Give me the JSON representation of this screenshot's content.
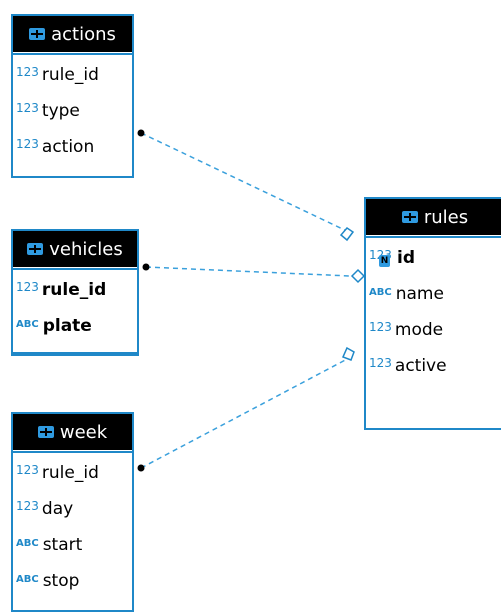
{
  "colors": {
    "accent": "#1f88c8",
    "header_bg": "#000000",
    "header_text": "#ffffff",
    "connector": "#3aa0dc"
  },
  "tables": {
    "actions": {
      "name": "actions",
      "icon": "table-icon",
      "columns": [
        {
          "type": "123",
          "name": "rule_id"
        },
        {
          "type": "123",
          "name": "type"
        },
        {
          "type": "123",
          "name": "action"
        }
      ]
    },
    "vehicles": {
      "name": "vehicles",
      "icon": "table-icon",
      "columns": [
        {
          "type": "123",
          "name": "rule_id"
        },
        {
          "type": "ABC",
          "name": "plate"
        }
      ]
    },
    "week": {
      "name": "week",
      "icon": "table-icon",
      "columns": [
        {
          "type": "123",
          "name": "rule_id"
        },
        {
          "type": "123",
          "name": "day"
        },
        {
          "type": "ABC",
          "name": "start"
        },
        {
          "type": "ABC",
          "name": "stop"
        }
      ]
    },
    "rules": {
      "name": "rules",
      "icon": "table-icon",
      "columns": [
        {
          "type": "123",
          "name": "id",
          "key_badge": "N"
        },
        {
          "type": "ABC",
          "name": "name"
        },
        {
          "type": "123",
          "name": "mode"
        },
        {
          "type": "123",
          "name": "active"
        }
      ]
    }
  },
  "relationships": [
    {
      "from": "actions.rule_id",
      "to": "rules.id"
    },
    {
      "from": "vehicles.rule_id",
      "to": "rules.id"
    },
    {
      "from": "week.rule_id",
      "to": "rules.id"
    }
  ]
}
